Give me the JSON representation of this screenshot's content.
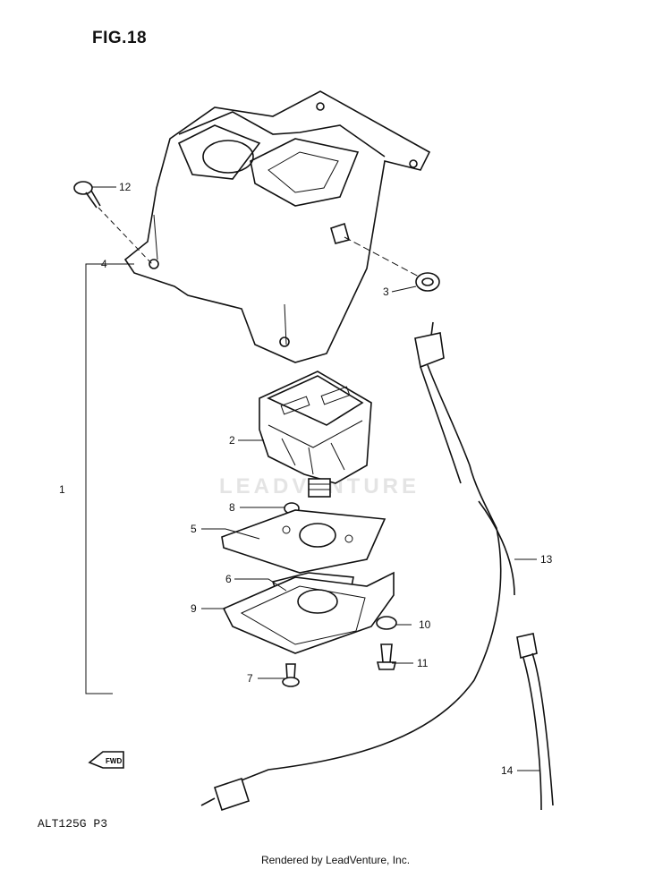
{
  "figure": {
    "title": "FIG.18"
  },
  "watermark": "LEADVENTURE",
  "model_code": "ALT125G P3",
  "credit": "Rendered by LeadVenture, Inc.",
  "callouts": {
    "c1": "1",
    "c2": "2",
    "c3": "3",
    "c4": "4",
    "c5": "5",
    "c6": "6",
    "c7": "7",
    "c8": "8",
    "c9": "9",
    "c10": "10",
    "c11": "11",
    "c12": "12",
    "c13": "13",
    "c14": "14"
  },
  "fwd_label": "FWD"
}
